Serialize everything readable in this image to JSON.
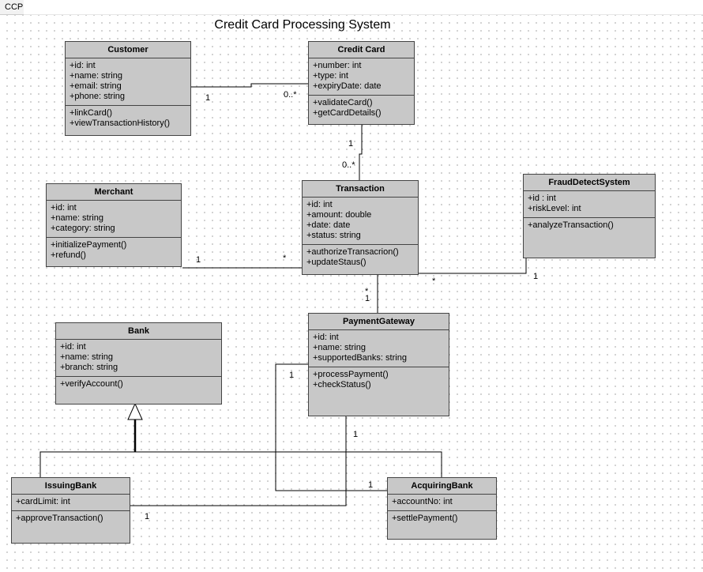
{
  "tab": {
    "label": "CCP"
  },
  "diagram": {
    "title": "Credit Card Processing System",
    "classes": {
      "customer": {
        "name": "Customer",
        "attributes": [
          "+id: int",
          "+name: string",
          "+email: string",
          "+phone: string"
        ],
        "operations": [
          "+linkCard()",
          "+viewTransactionHistory()"
        ]
      },
      "credit_card": {
        "name": "Credit Card",
        "attributes": [
          "+number: int",
          "+type: int",
          "+expiryDate: date"
        ],
        "operations": [
          "+validateCard()",
          "+getCardDetails()"
        ]
      },
      "merchant": {
        "name": "Merchant",
        "attributes": [
          "+id: int",
          "+name: string",
          "+category: string"
        ],
        "operations": [
          "+initializePayment()",
          "+refund()"
        ]
      },
      "transaction": {
        "name": "Transaction",
        "attributes": [
          "+id: int",
          "+amount: double",
          "+date: date",
          "+status: string"
        ],
        "operations": [
          "+authorizeTransacrion()",
          "+updateStaus()"
        ]
      },
      "fraud": {
        "name": "FraudDetectSystem",
        "attributes": [
          "+id : int",
          "+riskLevel: int"
        ],
        "operations": [
          "+analyzeTransaction()"
        ]
      },
      "bank": {
        "name": "Bank",
        "attributes": [
          "+id: int",
          "+name: string",
          "+branch: string"
        ],
        "operations": [
          "+verifyAccount()"
        ]
      },
      "gateway": {
        "name": "PaymentGateway",
        "attributes": [
          "+id: int",
          "+name: string",
          "+supportedBanks: string"
        ],
        "operations": [
          "+processPayment()",
          "+checkStatus()"
        ]
      },
      "issuing": {
        "name": "IssuingBank",
        "attributes": [
          "+cardLimit: int"
        ],
        "operations": [
          "+approveTransaction()"
        ]
      },
      "acquiring": {
        "name": "AcquiringBank",
        "attributes": [
          "+accountNo: int"
        ],
        "operations": [
          "+settlePayment()"
        ]
      }
    },
    "multiplicities": {
      "customer_card_customer": "1",
      "customer_card_card": "0..*",
      "card_txn_card": "1",
      "card_txn_txn": "0..*",
      "merchant_txn_merchant": "1",
      "merchant_txn_txn": "*",
      "txn_fraud_txn": "*",
      "txn_fraud_fraud": "1",
      "txn_gateway_txn": "*",
      "txn_gateway_gateway": "1",
      "gateway_acq_gateway": "1",
      "gateway_acq_acq": "1",
      "gateway_iss_gateway": "1",
      "gateway_iss_iss": "1"
    }
  }
}
